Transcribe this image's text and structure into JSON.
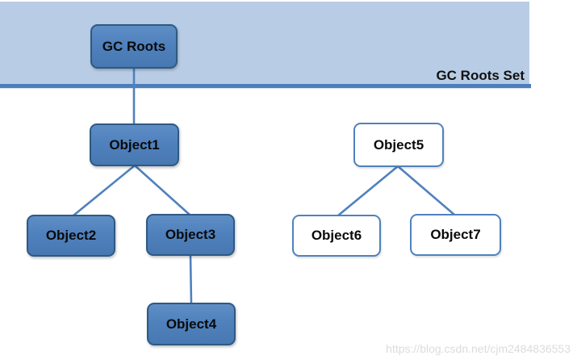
{
  "diagram": {
    "band_label": "GC Roots Set",
    "nodes": [
      {
        "id": "gc-roots",
        "label": "GC Roots",
        "style": "filled",
        "meaning": "reachable root"
      },
      {
        "id": "object1",
        "label": "Object1",
        "style": "filled",
        "meaning": "reachable from GC Roots"
      },
      {
        "id": "object2",
        "label": "Object2",
        "style": "filled",
        "meaning": "reachable from GC Roots"
      },
      {
        "id": "object3",
        "label": "Object3",
        "style": "filled",
        "meaning": "reachable from GC Roots"
      },
      {
        "id": "object4",
        "label": "Object4",
        "style": "filled",
        "meaning": "reachable from GC Roots"
      },
      {
        "id": "object5",
        "label": "Object5",
        "style": "hollow",
        "meaning": "unreachable"
      },
      {
        "id": "object6",
        "label": "Object6",
        "style": "hollow",
        "meaning": "unreachable"
      },
      {
        "id": "object7",
        "label": "Object7",
        "style": "hollow",
        "meaning": "unreachable"
      }
    ],
    "edges": [
      [
        "gc-roots",
        "object1"
      ],
      [
        "object1",
        "object2"
      ],
      [
        "object1",
        "object3"
      ],
      [
        "object3",
        "object4"
      ],
      [
        "object5",
        "object6"
      ],
      [
        "object5",
        "object7"
      ]
    ]
  },
  "colors": {
    "band_fill": "#b8cde5",
    "divider": "#4a7ebc",
    "node_fill": "#4f81bd",
    "node_border_dark": "#2e5984",
    "hollow_border": "#4f81bd",
    "connector": "#4f81bd",
    "text": "#0a0a0a",
    "watermark": "#dcdcdc"
  },
  "watermark": {
    "text": "https://blog.csdn.net/cjm2484836553"
  }
}
